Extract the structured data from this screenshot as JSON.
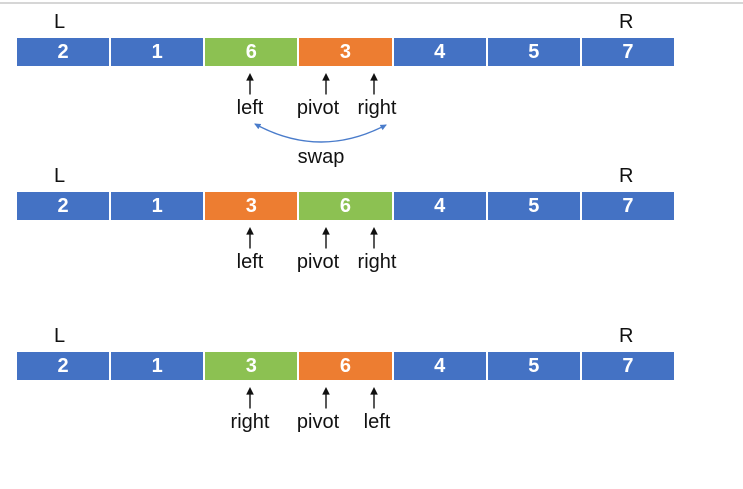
{
  "palette": {
    "cell_blue": "#4472C4",
    "cell_green": "#8CC152",
    "cell_orange": "#ED7D31",
    "swap_arrow_blue": "#4A7CCB",
    "label_text": "#111111",
    "top_divider_gray": "#D6D6D6"
  },
  "phases": [
    {
      "left_marker": "L",
      "right_marker": "R",
      "cells": [
        {
          "value": "2",
          "color": "blue"
        },
        {
          "value": "1",
          "color": "blue"
        },
        {
          "value": "6",
          "color": "green"
        },
        {
          "value": "3",
          "color": "orange"
        },
        {
          "value": "4",
          "color": "blue"
        },
        {
          "value": "5",
          "color": "blue"
        },
        {
          "value": "7",
          "color": "blue"
        }
      ],
      "pointers": [
        {
          "label": "left"
        },
        {
          "label": "pivot"
        },
        {
          "label": "right"
        }
      ],
      "swap_label": "swap"
    },
    {
      "left_marker": "L",
      "right_marker": "R",
      "cells": [
        {
          "value": "2",
          "color": "blue"
        },
        {
          "value": "1",
          "color": "blue"
        },
        {
          "value": "3",
          "color": "orange"
        },
        {
          "value": "6",
          "color": "green"
        },
        {
          "value": "4",
          "color": "blue"
        },
        {
          "value": "5",
          "color": "blue"
        },
        {
          "value": "7",
          "color": "blue"
        }
      ],
      "pointers": [
        {
          "label": "left"
        },
        {
          "label": "pivot"
        },
        {
          "label": "right"
        }
      ]
    },
    {
      "left_marker": "L",
      "right_marker": "R",
      "cells": [
        {
          "value": "2",
          "color": "blue"
        },
        {
          "value": "1",
          "color": "blue"
        },
        {
          "value": "3",
          "color": "green"
        },
        {
          "value": "6",
          "color": "orange"
        },
        {
          "value": "4",
          "color": "blue"
        },
        {
          "value": "5",
          "color": "blue"
        },
        {
          "value": "7",
          "color": "blue"
        }
      ],
      "pointers": [
        {
          "label": "right"
        },
        {
          "label": "pivot"
        },
        {
          "label": "left"
        }
      ]
    }
  ]
}
